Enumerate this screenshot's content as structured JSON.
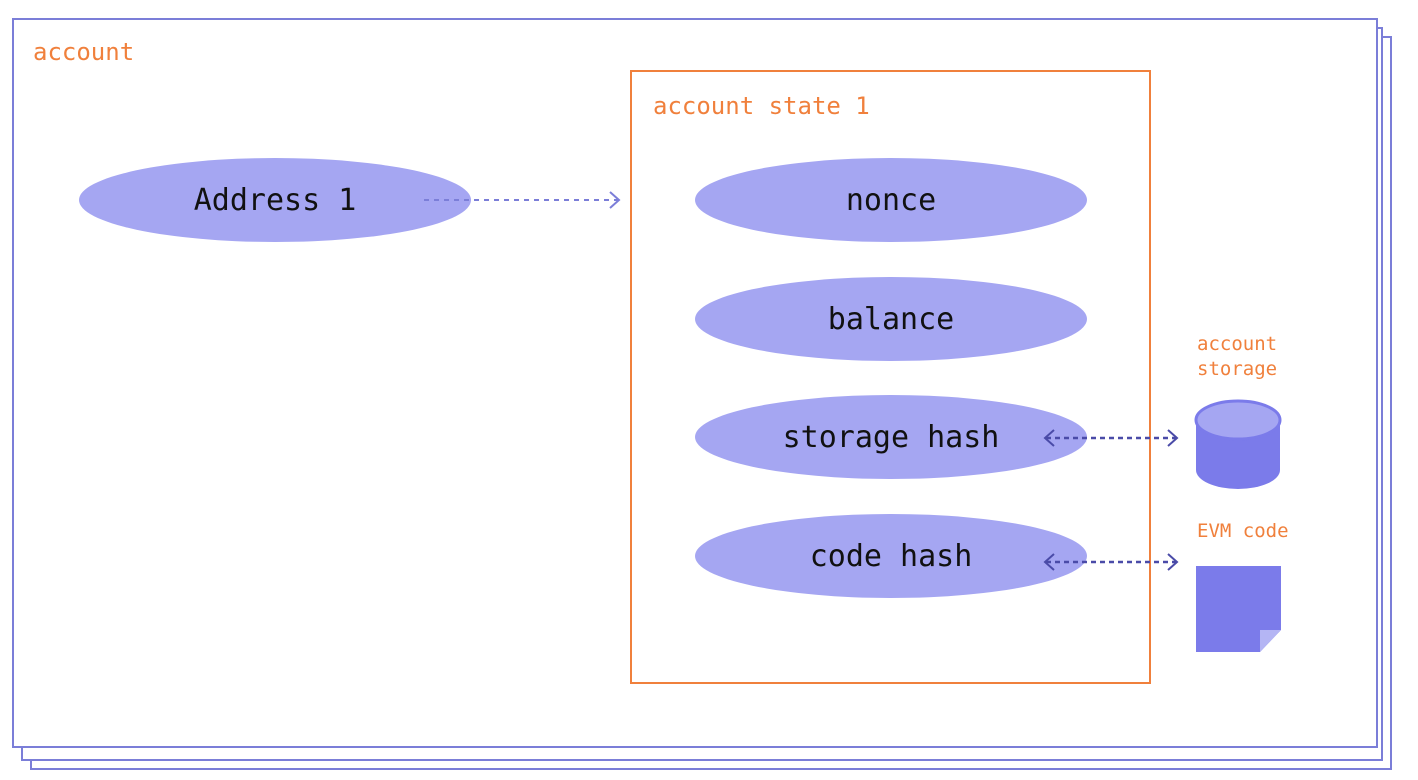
{
  "diagram": {
    "account_label": "account",
    "account_state_label": "account state 1",
    "address_label": "Address 1",
    "fields": {
      "nonce": "nonce",
      "balance": "balance",
      "storage_hash": "storage hash",
      "code_hash": "code hash"
    },
    "account_storage_label": "account\nstorage",
    "evm_code_label": "EVM code"
  },
  "colors": {
    "orange": "#f0803c",
    "ellipse_fill": "#a5a6f2",
    "border_purple": "#7b7ed8",
    "icon_purple": "#7b7bea"
  },
  "icons": {
    "storage": "database-icon",
    "code": "document-icon"
  }
}
